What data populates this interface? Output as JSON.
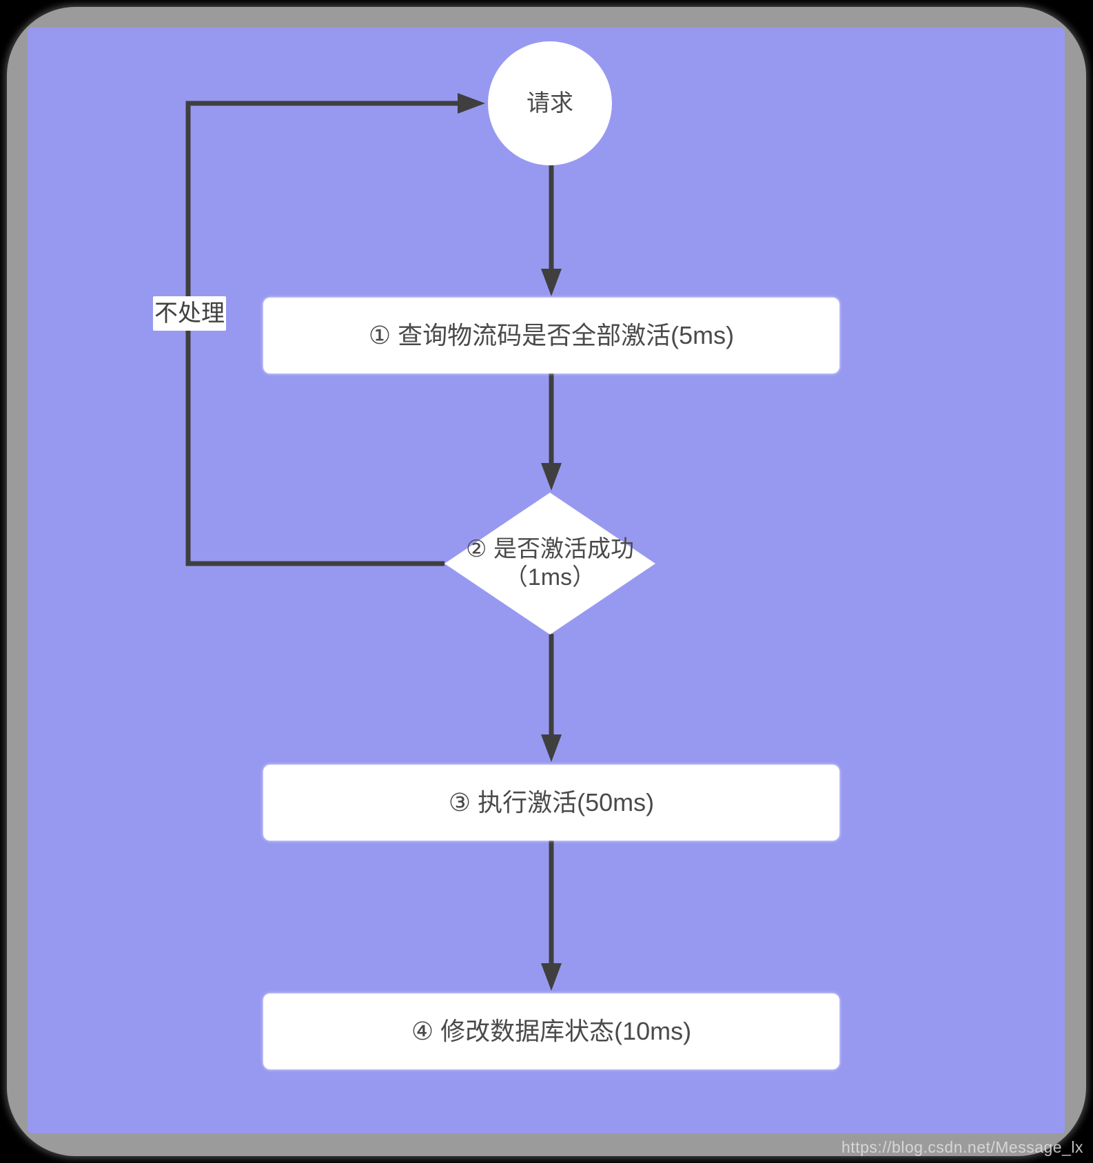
{
  "canvas": {
    "board_color": "#9799f0",
    "frame_color": "#9b9b9b",
    "outer_background": "#000000",
    "shape_fill": "#ffffff",
    "line_color": "#3f3f3f",
    "text_color": "#4a4a4a"
  },
  "flowchart": {
    "start": {
      "label": "请求"
    },
    "step1": {
      "label": "① 查询物流码是否全部激活(5ms)"
    },
    "decision": {
      "label_line1": "② 是否激活成功",
      "label_line2": "（1ms）"
    },
    "step3": {
      "label": "③ 执行激活(50ms)"
    },
    "step4": {
      "label": "④ 修改数据库状态(10ms)"
    },
    "loop_label": "不处理"
  },
  "watermark": {
    "text": "https://blog.csdn.net/Message_lx"
  }
}
